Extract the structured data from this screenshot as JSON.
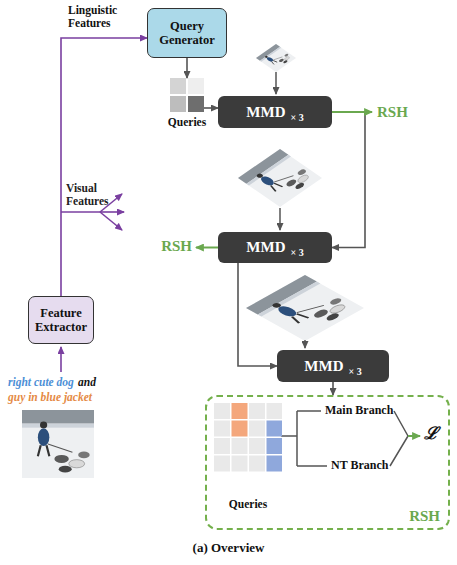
{
  "diagram": {
    "caption": "(a) Overview",
    "nodes": [
      {
        "text": [
          "Query Generator"
        ]
      },
      {
        "text": [
          "Queries"
        ]
      },
      {
        "text": [
          "MMD",
          "× 3"
        ]
      },
      {
        "text": [
          "MMD",
          "× 3"
        ]
      },
      {
        "text": [
          "Feature Extractor"
        ]
      },
      {
        "text": [
          "MMD",
          "× 3"
        ]
      },
      {
        "text": [
          "RSH"
        ]
      },
      {
        "text": [
          "Queries"
        ],
        "in": 6
      }
    ],
    "edges": [
      {
        "from": 4,
        "to": 0,
        "arrow": "to",
        "label": "Linguistic Features"
      },
      {
        "from": 0,
        "to": 1,
        "arrow": "to"
      },
      {
        "from": 1,
        "to": 2,
        "arrow": "to"
      },
      {
        "from": 2,
        "to": 3,
        "arrow": "to"
      },
      {
        "from": 3,
        "to": 5,
        "arrow": "to"
      },
      {
        "from": 5,
        "to": 6,
        "arrow": "to"
      }
    ],
    "labels": [
      "RSH",
      "Visual Features",
      "RSH",
      "right cute dog",
      "and",
      "guy in blue jacket",
      "Main Branch",
      "NT Branch",
      "ℒ"
    ]
  }
}
